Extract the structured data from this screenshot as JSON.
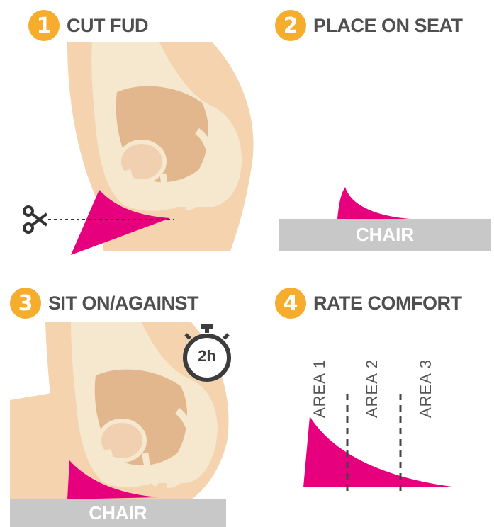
{
  "steps": [
    {
      "number": "1",
      "title": "CUT FUD"
    },
    {
      "number": "2",
      "title": "PLACE ON SEAT"
    },
    {
      "number": "3",
      "title": "SIT ON/AGAINST"
    },
    {
      "number": "4",
      "title": "RATE COMFORT"
    }
  ],
  "chair_label": "CHAIR",
  "timer_label": "2h",
  "areas": [
    "AREA 1",
    "AREA 2",
    "AREA 3"
  ],
  "colors": {
    "accent": "#f6ac2c",
    "magenta": "#e6007e",
    "skin": "#f4d3ae",
    "bone": "#f6e7cf",
    "chair": "#c8c8c8",
    "text": "#4f4f4f"
  },
  "icons": [
    "scissors-icon",
    "stopwatch-icon"
  ]
}
